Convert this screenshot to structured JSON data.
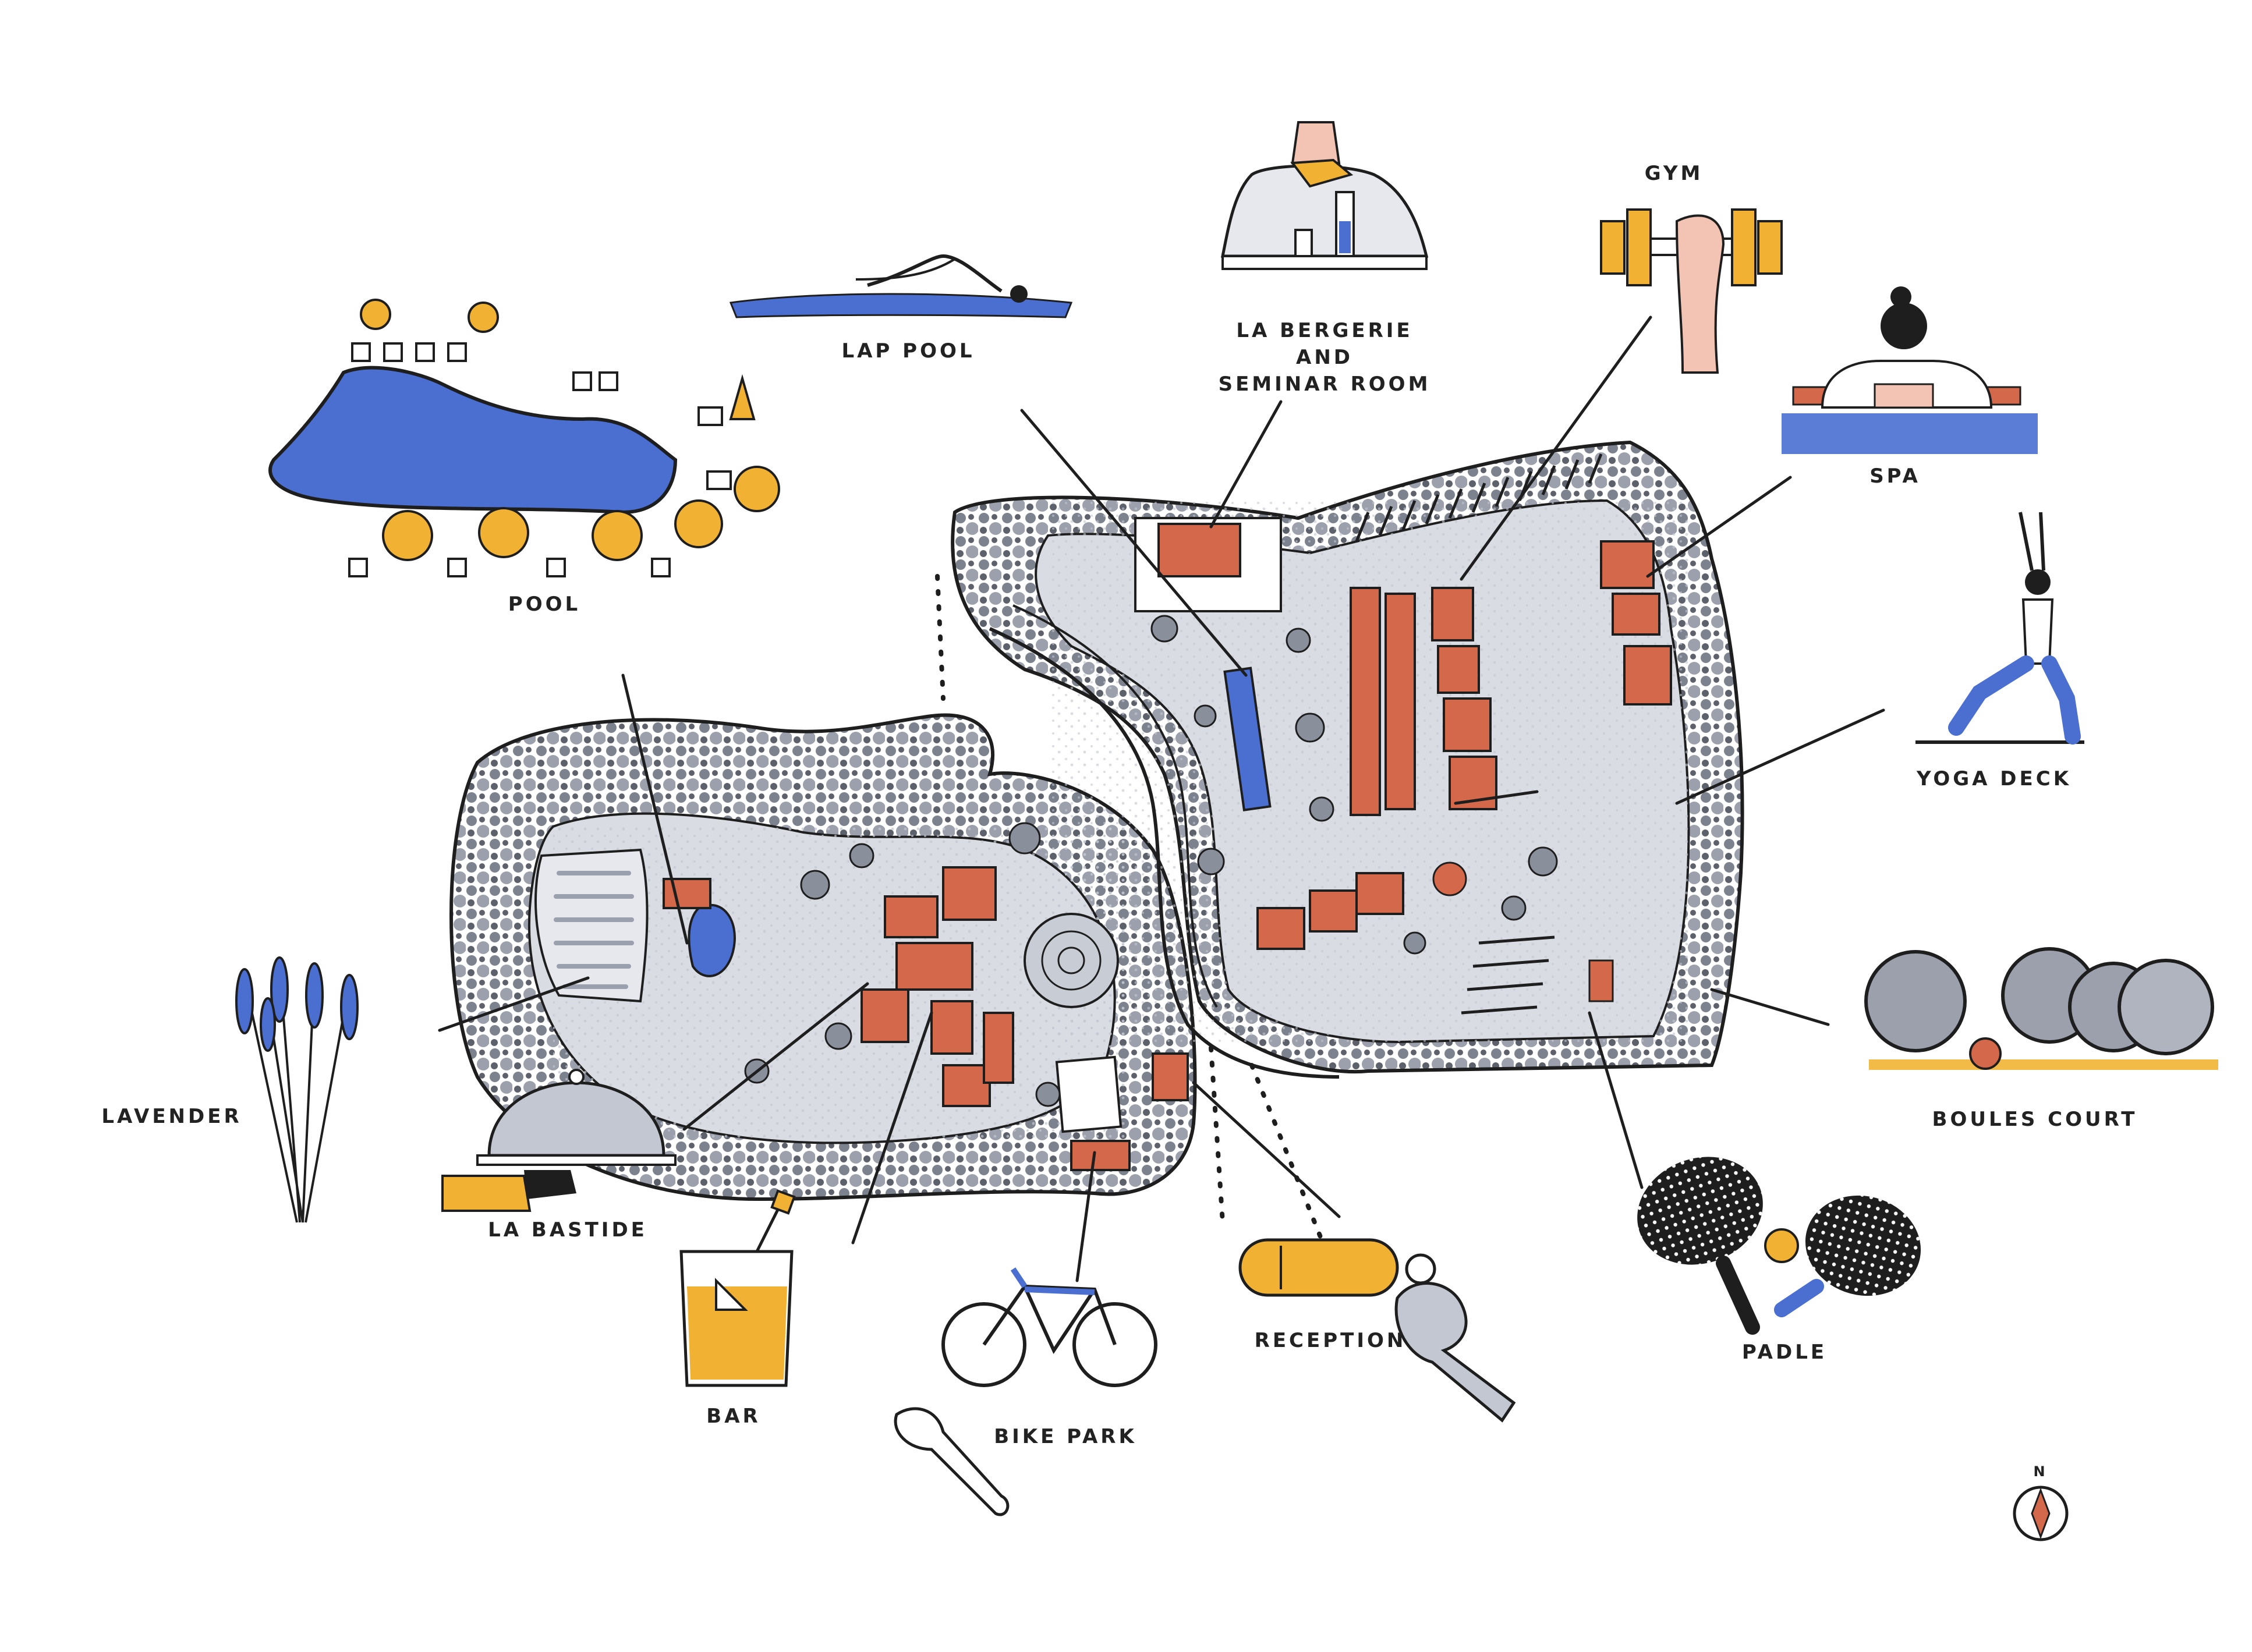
{
  "map": {
    "labels": {
      "lap_pool": "LAP POOL",
      "la_bergerie_1": "LA BERGERIE",
      "la_bergerie_2": "AND",
      "la_bergerie_3": "SEMINAR ROOM",
      "gym": "GYM",
      "spa": "SPA",
      "pool": "POOL",
      "yoga_deck": "YOGA DECK",
      "lavender": "LAVENDER",
      "boules_court": "BOULES COURT",
      "la_bastide": "LA BASTIDE",
      "bar": "BAR",
      "bike_park": "BIKE PARK",
      "reception": "RECEPTION",
      "padle": "PADLE",
      "compass_n": "N"
    },
    "colors": {
      "ink": "#1e1e1e",
      "water": "#4a6fd1",
      "roof": "#d3694a",
      "ground": "#d9dce3",
      "tree": "#8a8f9c",
      "yellow": "#f1b233",
      "skin": "#f3c4b3",
      "pink": "#f6cfc0"
    },
    "icons": [
      "swimmer-icon",
      "waiter-icon",
      "dumbbell-icon",
      "spa-bather-icon",
      "yoga-pose-icon",
      "boules-balls-icon",
      "padel-rackets-icon",
      "key-fob-icon",
      "bicycle-icon",
      "wrench-icon",
      "cocktail-glass-icon",
      "cloche-tray-icon",
      "lavender-bunch-icon",
      "pool-with-umbrellas-icon",
      "compass-icon"
    ]
  }
}
